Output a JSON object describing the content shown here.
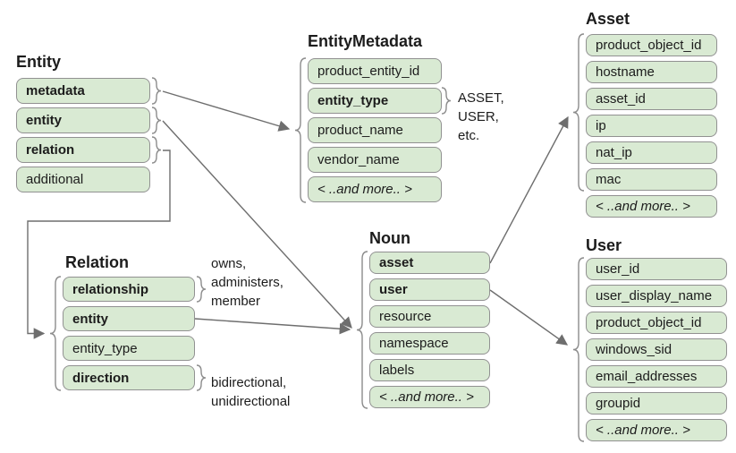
{
  "diagram": {
    "colors": {
      "field_fill": "#d9ead3",
      "field_border": "#919191",
      "connector": "#6e6e6e",
      "brace": "#8c8c8c",
      "text": "#1c1c1c",
      "background": "#ffffff"
    },
    "tables": {
      "entity": {
        "title": "Entity",
        "fields": [
          {
            "label": "metadata",
            "bold": true
          },
          {
            "label": "entity",
            "bold": true
          },
          {
            "label": "relation",
            "bold": true
          },
          {
            "label": "additional",
            "bold": false
          }
        ]
      },
      "entity_metadata": {
        "title": "EntityMetadata",
        "fields": [
          {
            "label": "product_entity_id",
            "bold": false
          },
          {
            "label": "entity_type",
            "bold": true
          },
          {
            "label": "product_name",
            "bold": false
          },
          {
            "label": "vendor_name",
            "bold": false
          },
          {
            "label": "< ..and more.. >",
            "bold": false,
            "italic": true
          }
        ]
      },
      "asset": {
        "title": "Asset",
        "fields": [
          {
            "label": "product_object_id",
            "bold": false
          },
          {
            "label": "hostname",
            "bold": false
          },
          {
            "label": "asset_id",
            "bold": false
          },
          {
            "label": "ip",
            "bold": false
          },
          {
            "label": "nat_ip",
            "bold": false
          },
          {
            "label": "mac",
            "bold": false
          },
          {
            "label": "< ..and more.. >",
            "bold": false,
            "italic": true
          }
        ]
      },
      "user": {
        "title": "User",
        "fields": [
          {
            "label": "user_id",
            "bold": false
          },
          {
            "label": "user_display_name",
            "bold": false
          },
          {
            "label": "product_object_id",
            "bold": false
          },
          {
            "label": "windows_sid",
            "bold": false
          },
          {
            "label": "email_addresses",
            "bold": false
          },
          {
            "label": "groupid",
            "bold": false
          },
          {
            "label": "< ..and more.. >",
            "bold": false,
            "italic": true
          }
        ]
      },
      "noun": {
        "title": "Noun",
        "fields": [
          {
            "label": "asset",
            "bold": true
          },
          {
            "label": "user",
            "bold": true
          },
          {
            "label": "resource",
            "bold": false
          },
          {
            "label": "namespace",
            "bold": false
          },
          {
            "label": "labels",
            "bold": false
          },
          {
            "label": "< ..and more.. >",
            "bold": false,
            "italic": true
          }
        ]
      },
      "relation": {
        "title": "Relation",
        "fields": [
          {
            "label": "relationship",
            "bold": true
          },
          {
            "label": "entity",
            "bold": true
          },
          {
            "label": "entity_type",
            "bold": false
          },
          {
            "label": "direction",
            "bold": true
          }
        ]
      }
    },
    "annotations": {
      "entity_type_examples": "ASSET,\nUSER,\netc.",
      "relationship_examples": "owns,\nadministers,\nmember",
      "direction_examples": "bidirectional,\nunidirectional"
    }
  }
}
